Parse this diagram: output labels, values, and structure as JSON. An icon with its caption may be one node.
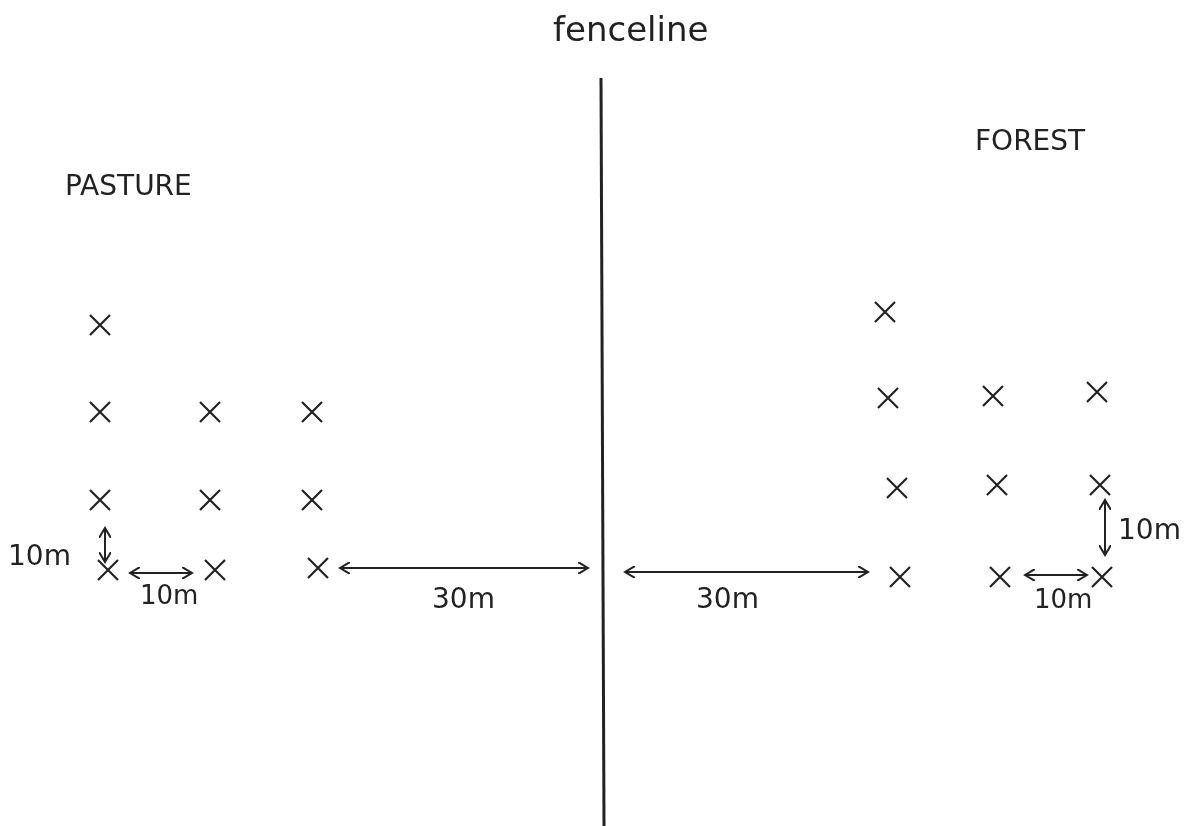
{
  "diagram": {
    "labels": [
      "fenceline",
      "FOREST",
      "PASTURE",
      "10m",
      "10m",
      "10m",
      "30m",
      "30m",
      "10m"
    ]
  }
}
